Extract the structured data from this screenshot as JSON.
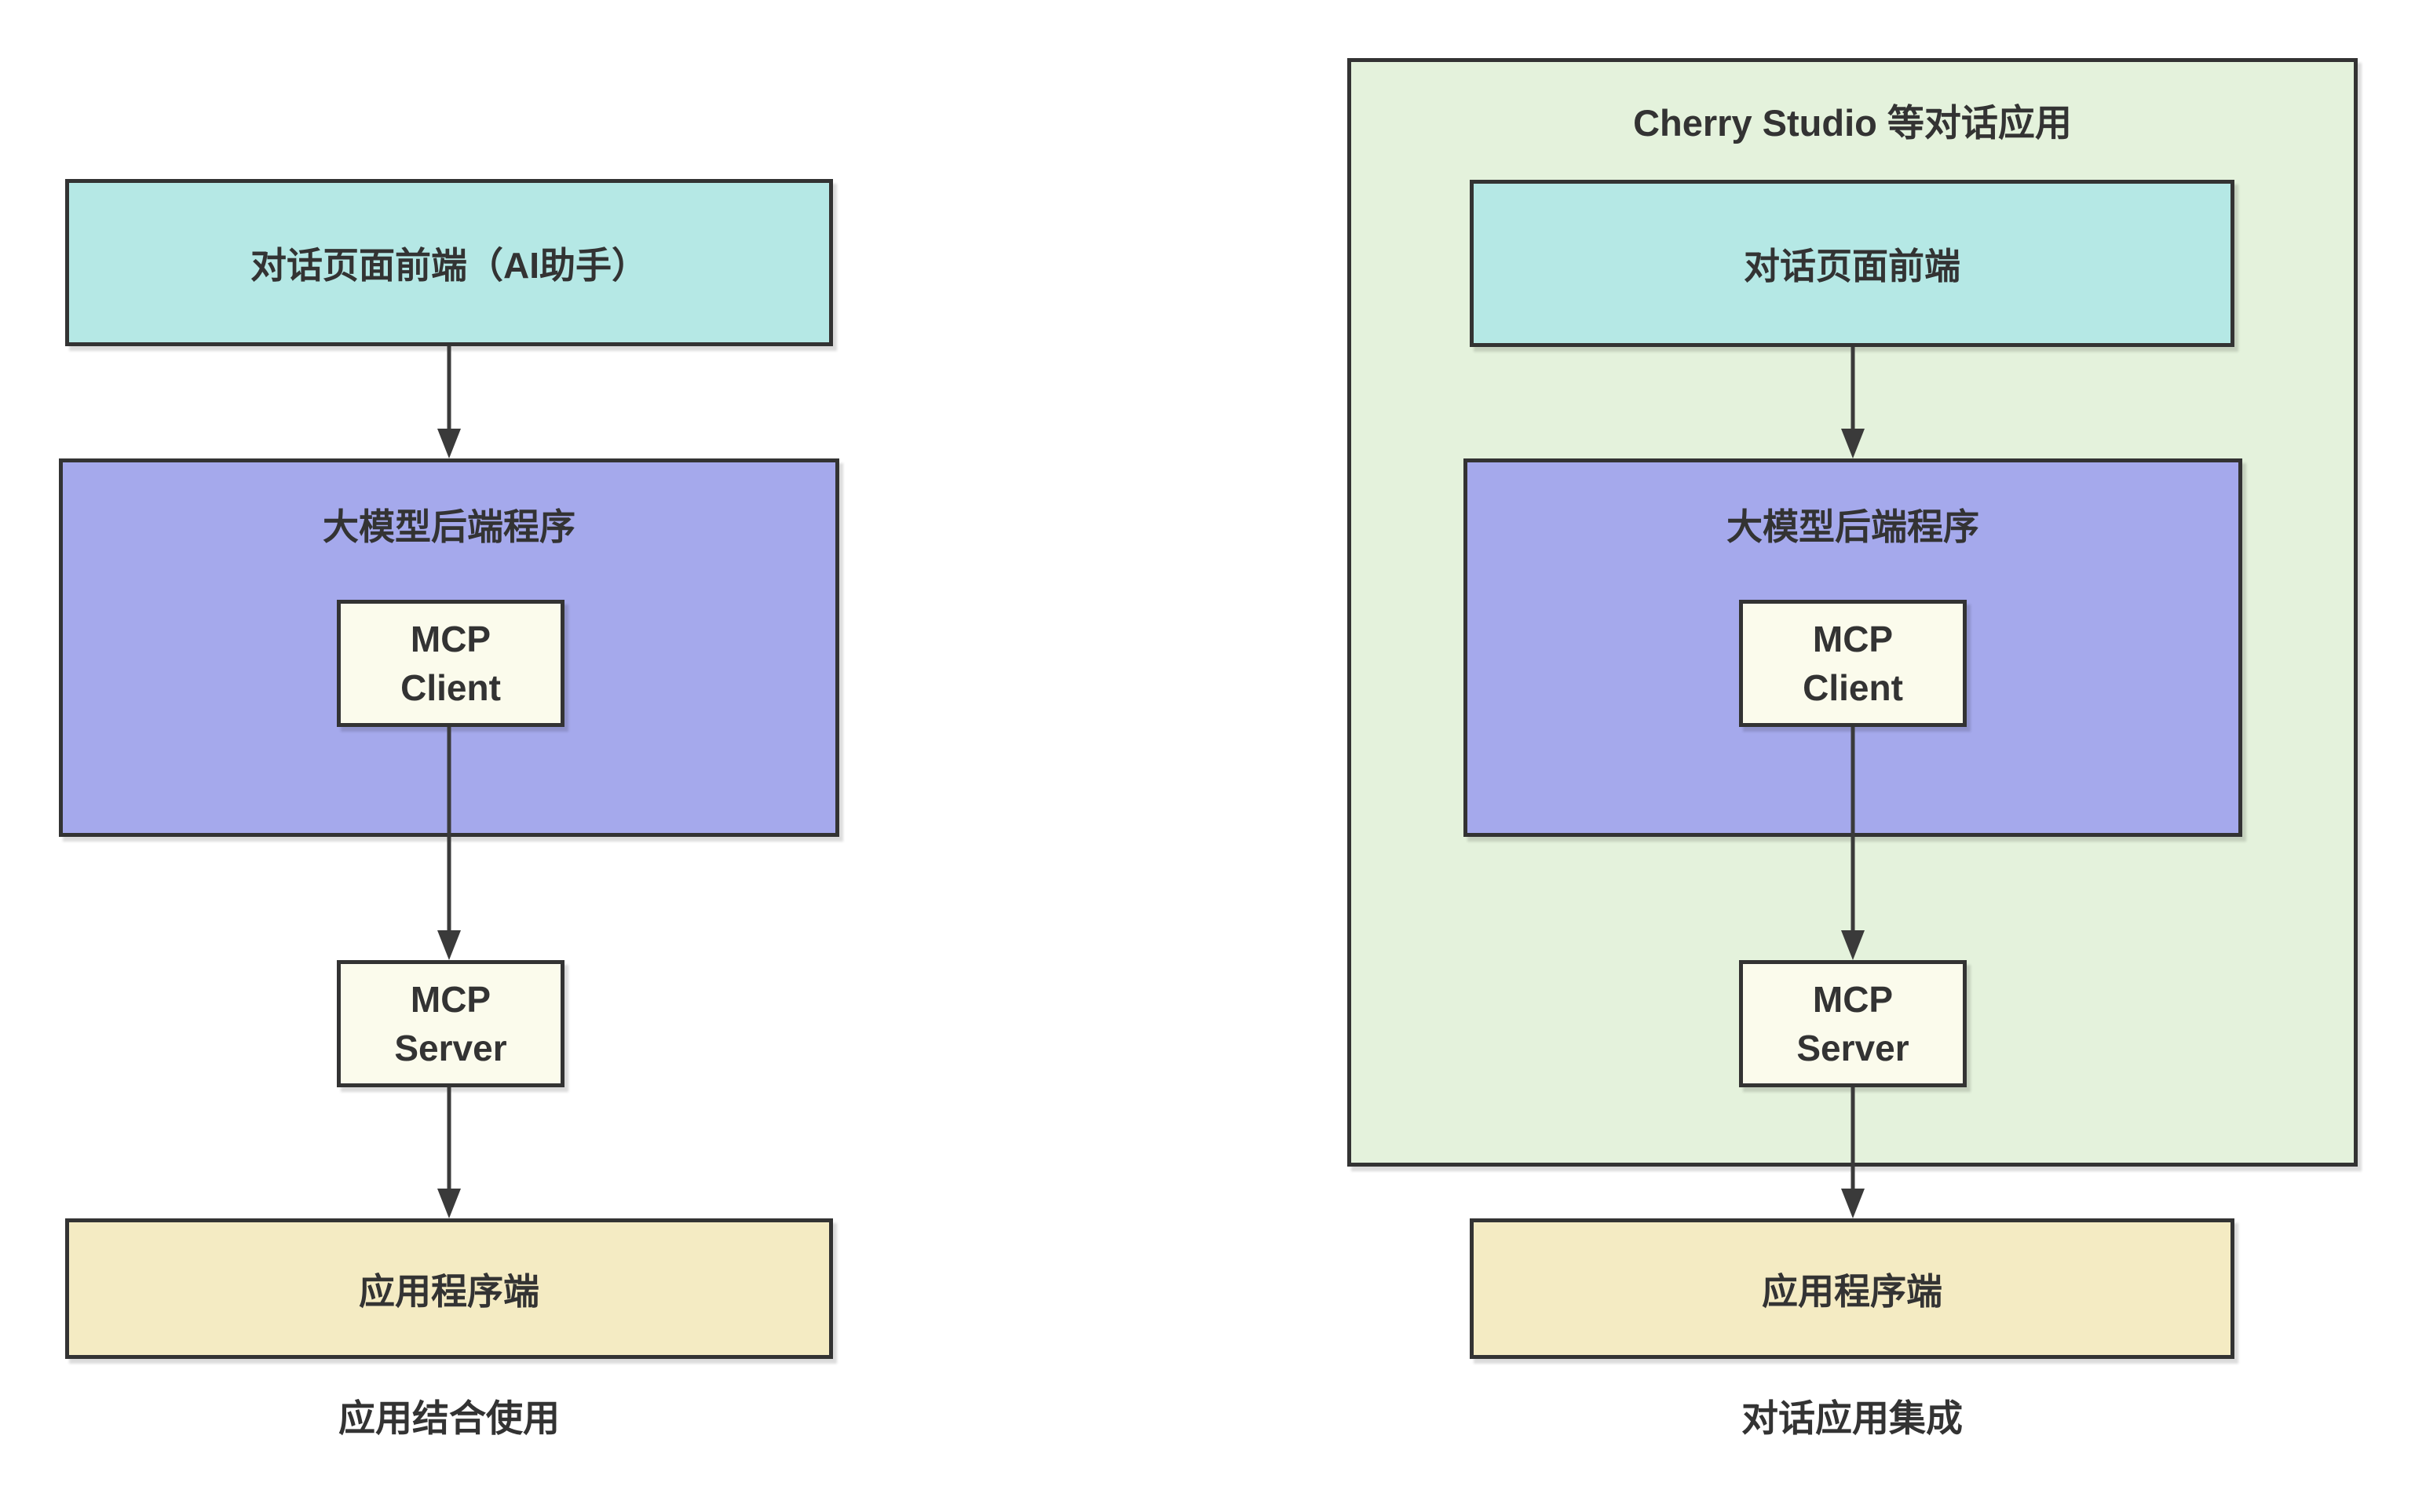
{
  "canvas": {
    "background": "#ffffff"
  },
  "palette": {
    "frontend_fill": "#b5e8e5",
    "backend_fill": "#a5a9ec",
    "mcp_fill": "#fbfbec",
    "app_fill": "#f4ebc3",
    "container_fill": "#e4f2dc",
    "border": "#333333",
    "arrow": "#3a3a3a",
    "text": "#333333"
  },
  "left_diagram": {
    "frontend_label": "对话页面前端（AI助手）",
    "backend_label": "大模型后端程序",
    "mcp_client": {
      "line1": "MCP",
      "line2": "Client"
    },
    "mcp_server": {
      "line1": "MCP",
      "line2": "Server"
    },
    "app_label": "应用程序端",
    "caption": "应用结合使用"
  },
  "right_diagram": {
    "container_title": "Cherry Studio 等对话应用",
    "frontend_label": "对话页面前端",
    "backend_label": "大模型后端程序",
    "mcp_client": {
      "line1": "MCP",
      "line2": "Client"
    },
    "mcp_server": {
      "line1": "MCP",
      "line2": "Server"
    },
    "app_label": "应用程序端",
    "caption": "对话应用集成"
  }
}
